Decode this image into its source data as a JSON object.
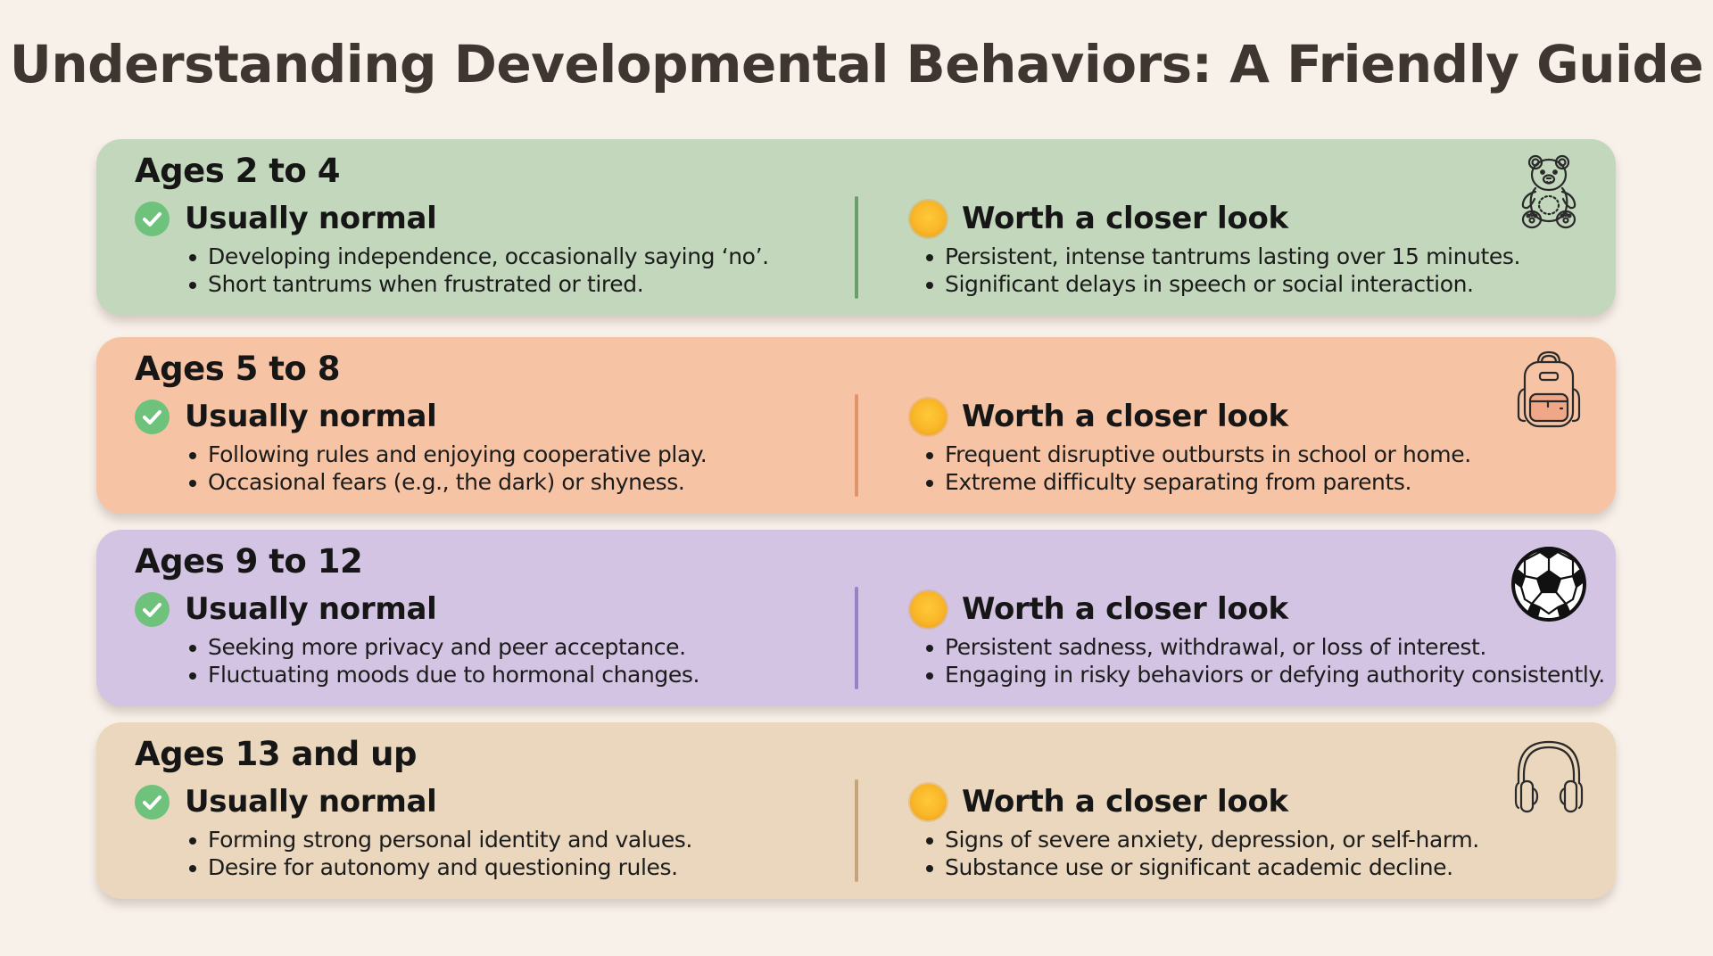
{
  "title": "Understanding Developmental Behaviors: A Friendly Guide",
  "colors": {
    "background": "#f8f1ea",
    "normal_check": "#6ec27b",
    "closer_dot": "#f9b628"
  },
  "groups": [
    {
      "age_label": "Ages 2 to 4",
      "color": "#c3d7bd",
      "divider_color": "#6a9e6a",
      "icon": "teddy-bear-icon",
      "normal_label": "Usually normal",
      "normal_items": [
        "Developing independence, occasionally saying ‘no’.",
        "Short tantrums when frustrated or tired."
      ],
      "closer_label": "Worth a closer look",
      "closer_items": [
        "Persistent, intense tantrums lasting over 15 minutes.",
        "Significant delays in speech or social interaction."
      ]
    },
    {
      "age_label": "Ages 5 to 8",
      "color": "#f6c4a4",
      "divider_color": "#e0946a",
      "icon": "backpack-icon",
      "normal_label": "Usually normal",
      "normal_items": [
        "Following rules and enjoying cooperative play.",
        "Occasional fears (e.g., the dark) or shyness."
      ],
      "closer_label": "Worth a closer look",
      "closer_items": [
        "Frequent disruptive outbursts in school or home.",
        "Extreme difficulty separating from parents."
      ]
    },
    {
      "age_label": "Ages 9 to 12",
      "color": "#d4c4e3",
      "divider_color": "#9a80c4",
      "icon": "soccer-ball-icon",
      "normal_label": "Usually normal",
      "normal_items": [
        "Seeking more privacy and peer acceptance.",
        "Fluctuating moods due to hormonal changes."
      ],
      "closer_label": "Worth a closer look",
      "closer_items": [
        "Persistent sadness, withdrawal, or loss of interest.",
        "Engaging in risky behaviors or defying authority consistently."
      ]
    },
    {
      "age_label": "Ages 13 and up",
      "color": "#ead7bd",
      "divider_color": "#c7a37a",
      "icon": "headphones-icon",
      "normal_label": "Usually normal",
      "normal_items": [
        "Forming strong personal identity and values.",
        "Desire for autonomy and questioning rules."
      ],
      "closer_label": "Worth a closer look",
      "closer_items": [
        "Signs of severe anxiety, depression, or self-harm.",
        "Substance use or significant academic decline."
      ]
    }
  ]
}
